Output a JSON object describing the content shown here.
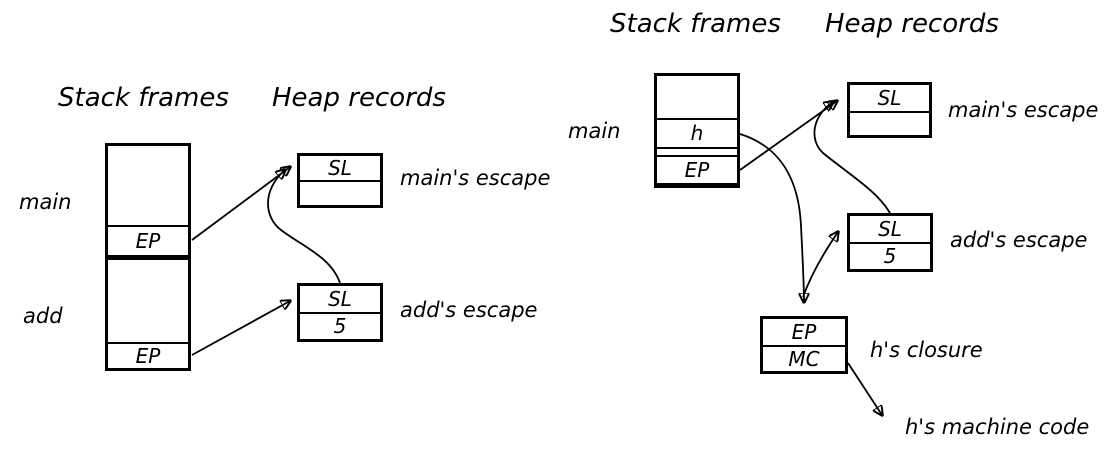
{
  "colors": {
    "line": "#000000",
    "text": "#000000",
    "background": "#ffffff"
  },
  "left": {
    "stack_title": "Stack frames",
    "heap_title": "Heap records",
    "stack": {
      "frames": [
        {
          "name": "main",
          "slots": [
            "EP"
          ]
        },
        {
          "name": "add",
          "slots": [
            "EP"
          ]
        }
      ]
    },
    "records": [
      {
        "label": "main's escape",
        "rows": [
          "SL",
          ""
        ]
      },
      {
        "label": "add's escape",
        "rows": [
          "SL",
          "5"
        ]
      }
    ]
  },
  "right": {
    "stack_title": "Stack frames",
    "heap_title": "Heap records",
    "stack": {
      "frames": [
        {
          "name": "main",
          "slots": [
            "h",
            "EP"
          ]
        }
      ]
    },
    "records": [
      {
        "label": "main's escape",
        "rows": [
          "SL",
          ""
        ]
      },
      {
        "label": "add's escape",
        "rows": [
          "SL",
          "5"
        ]
      },
      {
        "label": "h's closure",
        "rows": [
          "EP",
          "MC"
        ]
      }
    ],
    "machine_code_label": "h's machine code"
  }
}
